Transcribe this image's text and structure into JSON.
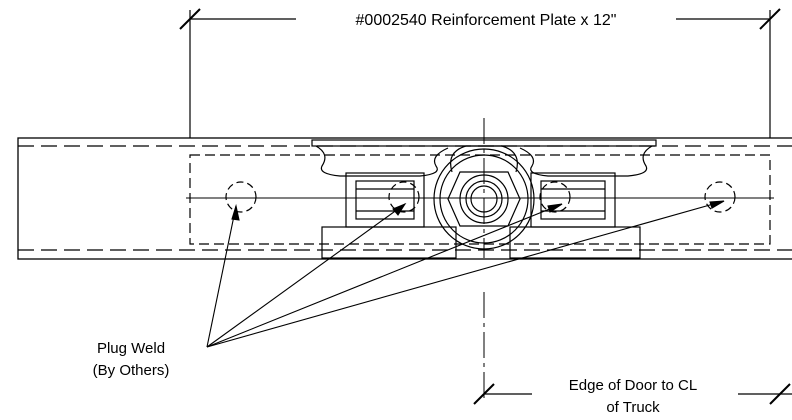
{
  "drawing": {
    "top_dimension_label": "#0002540 Reinforcement Plate x 12\"",
    "callout_line1": "Plug Weld",
    "callout_line2": "(By Others)",
    "bottom_dimension_line1": "Edge of Door to CL",
    "bottom_dimension_line2": "of Truck"
  },
  "colors": {
    "line": "#000000",
    "background": "#ffffff"
  }
}
